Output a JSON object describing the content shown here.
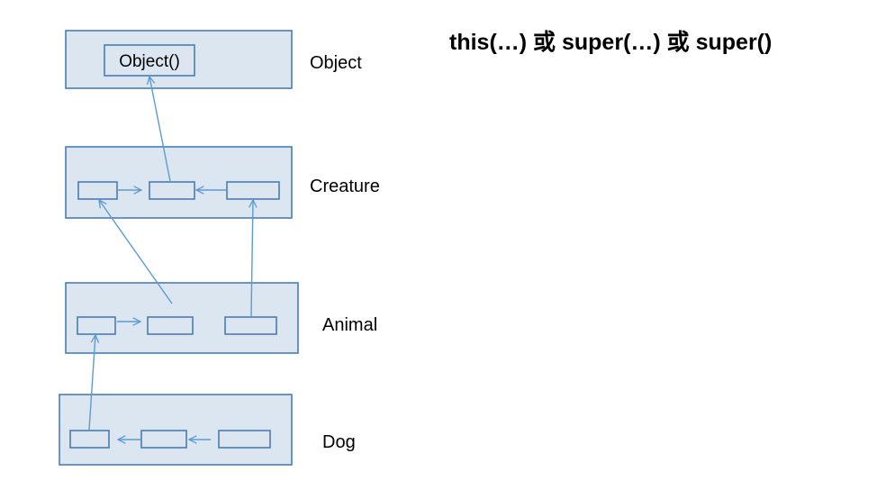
{
  "headline": "this(…) 或 super(…) 或 super()",
  "colors": {
    "box_fill": "#dce6f1",
    "box_stroke": "#4a7eb5",
    "arrow": "#5b9bd5"
  },
  "classes": {
    "object": {
      "label": "Object",
      "ctor_text": "Object()"
    },
    "creature": {
      "label": "Creature"
    },
    "animal": {
      "label": "Animal"
    },
    "dog": {
      "label": "Dog"
    }
  }
}
